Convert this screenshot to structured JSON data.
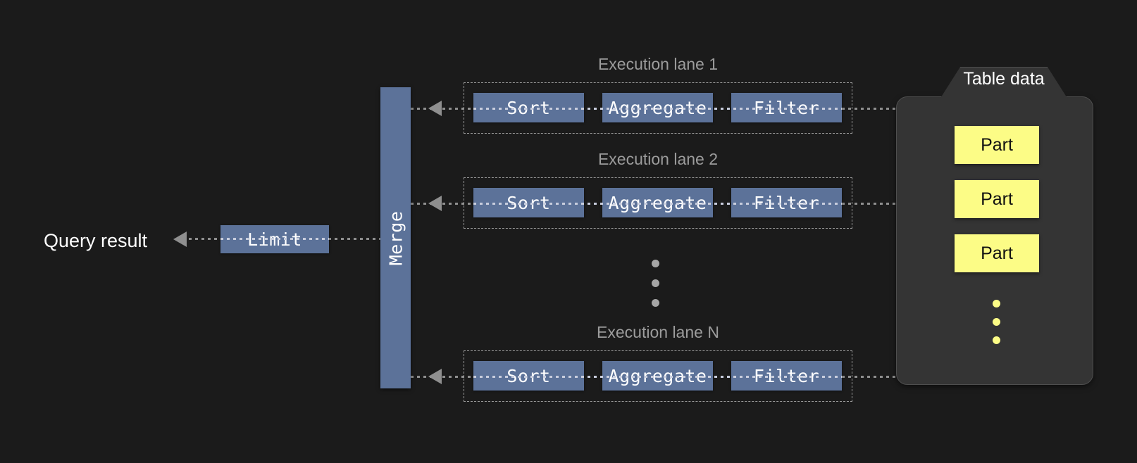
{
  "diagram": {
    "background_color": "#1b1b1b",
    "accent_blue": "#5c7299",
    "accent_yellow": "#fcfc86",
    "container_gray": "#343434",
    "line_gray": "#8f8f8f",
    "output": {
      "label": "Query result"
    },
    "limit": {
      "label": "Limit"
    },
    "merge": {
      "label": "Merge"
    },
    "lanes": [
      {
        "title": "Execution lane 1",
        "operators": [
          "Sort",
          "Aggregate",
          "Filter"
        ]
      },
      {
        "title": "Execution lane 2",
        "operators": [
          "Sort",
          "Aggregate",
          "Filter"
        ]
      },
      {
        "title": "Execution lane N",
        "operators": [
          "Sort",
          "Aggregate",
          "Filter"
        ]
      }
    ],
    "lane_ellipsis": "vertical-ellipsis-gray",
    "table_data": {
      "title": "Table data",
      "parts": [
        "Part",
        "Part",
        "Part"
      ],
      "ellipsis": "vertical-ellipsis-yellow"
    }
  }
}
